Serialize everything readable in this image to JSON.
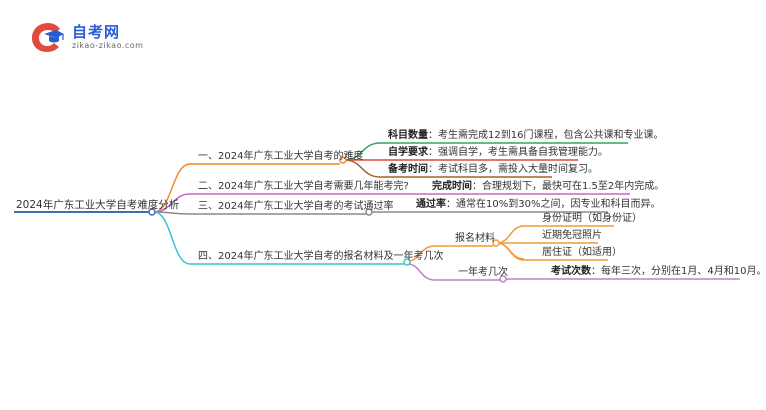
{
  "logo": {
    "title": "自考网",
    "subtitle": "zikao-zikao.com"
  },
  "mindmap": {
    "root": "2024年广东工业大学自考难度分析",
    "branch1": {
      "label": "一、2024年广东工业大学自考的难度",
      "leaves": [
        {
          "key": "科目数量",
          "sep": "：",
          "text": "考生需完成12到16门课程，包含公共课和专业课。"
        },
        {
          "key": "自学要求",
          "sep": "：",
          "text": "强调自学，考生需具备自我管理能力。"
        },
        {
          "key": "备考时间",
          "sep": "：",
          "text": "考试科目多，需投入大量时间复习。"
        }
      ]
    },
    "branch2": {
      "label": "二、2024年广东工业大学自考需要几年能考完?",
      "leaf": {
        "key": "完成时间",
        "sep": "：",
        "text": "合理规划下，最快可在1.5至2年内完成。"
      }
    },
    "branch3": {
      "label": "三、2024年广东工业大学自考的考试通过率",
      "leaf": {
        "key": "通过率",
        "sep": "：",
        "text": "通常在10%到30%之间，因专业和科目而异。"
      }
    },
    "branch4": {
      "label": "四、2024年广东工业大学自考的报名材料及一年考几次",
      "materials": {
        "label": "报名材料",
        "items": [
          "身份证明（如身份证）",
          "近期免冠照片",
          "居住证（如适用）"
        ]
      },
      "times": {
        "label": "一年考几次",
        "leaf": {
          "key": "考试次数",
          "sep": "：",
          "text": "每年三次，分别在1月、4月和10月。"
        }
      }
    }
  },
  "colors": {
    "root": "#3b6fb6",
    "branch1": "#f08a2c",
    "leaf1a": "#3aa35a",
    "leaf1b": "#e0473c",
    "leaf1c": "#a0632c",
    "branch2": "#c26ac9",
    "branch3": "#8a8a8a",
    "branch4": "#3ac3d0",
    "materials": "#f09a3a",
    "times": "#b983c9"
  }
}
